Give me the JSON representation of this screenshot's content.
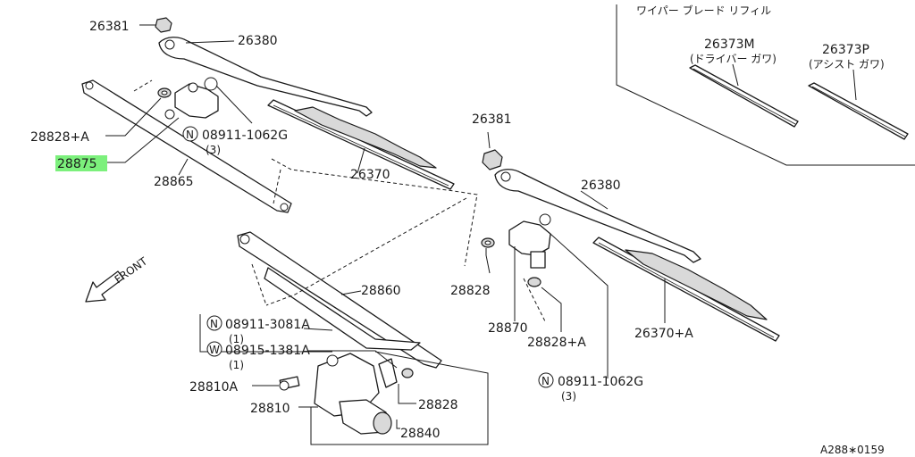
{
  "labels": {
    "l26381a": "26381",
    "l26380a": "26380",
    "l28828a": "28828+A",
    "l08911a": "08911-1062G",
    "l03a": "(3)",
    "l28875": "28875",
    "l28865": "28865",
    "l26370": "26370",
    "l26381b": "26381",
    "l26380b": "26380",
    "l28828b": "28828",
    "l28870": "28870",
    "l28828c": "28828+A",
    "l26370a": "26370+A",
    "l08911b": "08911-1062G",
    "l03b": "(3)",
    "l28860": "28860",
    "l08911c": "08911-3081A",
    "l01a": "(1)",
    "l08915": "08915-1381A",
    "l01b": "(1)",
    "l28810a": "28810A",
    "l28810": "28810",
    "l28828d": "28828",
    "l28840": "28840",
    "front": "FRONT",
    "refill_title": "ワイパー ブレード リフィル",
    "l26373m": "26373M",
    "l26373m_sub": "(ドライバー ガワ)",
    "l26373p": "26373P",
    "l26373p_sub": "(アシスト ガワ)",
    "figure_code": "A288∗0159",
    "n_symbol": "N",
    "w_symbol": "W"
  },
  "highlight_color": "#7cf07c"
}
